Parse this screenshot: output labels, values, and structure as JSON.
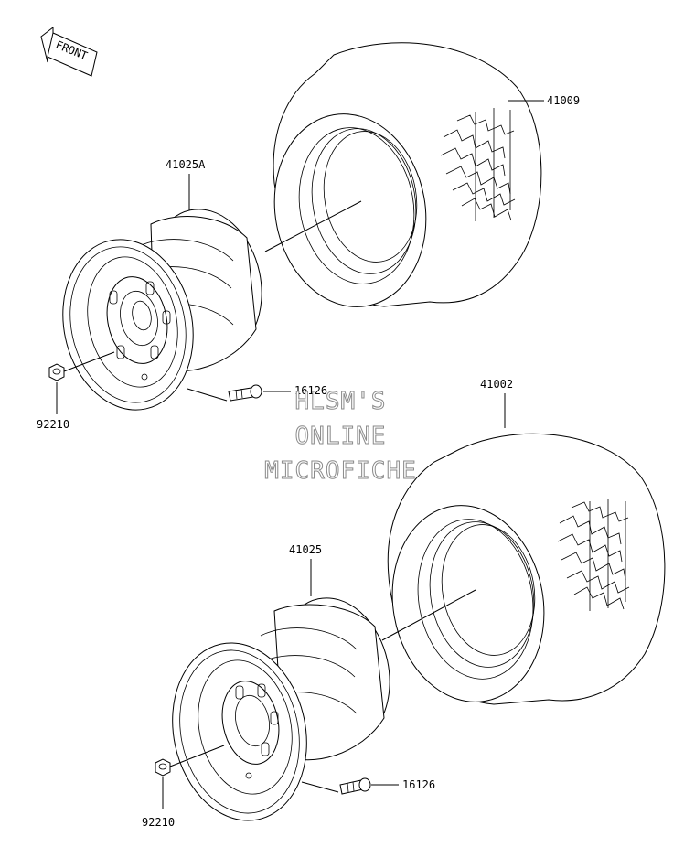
{
  "front_arrow": {
    "label": "FRONT"
  },
  "parts": {
    "tire_front": "41009",
    "wheel_front": "41025A",
    "valve_front": "16126",
    "nut_front": "92210",
    "tire_rear": "41002",
    "wheel_rear": "41025",
    "valve_rear": "16126",
    "nut_rear": "92210"
  },
  "watermark": {
    "line1": "HLSM'S",
    "line2": "ONLINE",
    "line3": "MICROFICHE"
  },
  "colors": {
    "line": "#000000",
    "background": "#ffffff",
    "watermark_outline": "#8a8a8a"
  }
}
